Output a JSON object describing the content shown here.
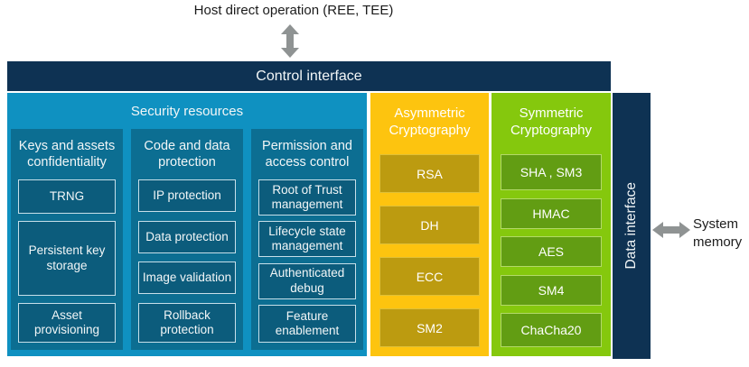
{
  "top_label": "Host direct operation (REE, TEE)",
  "control_interface": "Control interface",
  "security": {
    "title": "Security resources",
    "columns": [
      {
        "header": "Keys and assets confidentiality",
        "boxes": [
          "TRNG",
          "Persistent key storage",
          "Asset provisioning"
        ]
      },
      {
        "header": "Code and data protection",
        "boxes": [
          "IP protection",
          "Data protection",
          "Image validation",
          "Rollback protection"
        ]
      },
      {
        "header": "Permission and access control",
        "boxes": [
          "Root of Trust management",
          "Lifecycle state management",
          "Authenticated debug",
          "Feature enablement"
        ]
      }
    ]
  },
  "asymmetric": {
    "title": "Asymmetric Cryptography",
    "boxes": [
      "RSA",
      "DH",
      "ECC",
      "SM2"
    ]
  },
  "symmetric": {
    "title": "Symmetric Cryptography",
    "boxes": [
      "SHA , SM3",
      "HMAC",
      "AES",
      "SM4",
      "ChaCha20"
    ]
  },
  "data_interface": "Data interface",
  "system_memory": "System memory",
  "icons": {
    "top_arrow": "vertical-double-arrow-icon",
    "memory_arrow": "horizontal-double-arrow-icon"
  },
  "colors": {
    "navy": "#0e3253",
    "panel-blue": "#0f91c1",
    "column-teal": "#0c6e92",
    "box-teal": "#0c5c7c",
    "yellow": "#fdc40f",
    "box-gold": "#bc9b10",
    "green": "#85c80d",
    "box-green": "#629d13",
    "arrow-gray": "#8f9393",
    "text-light": "#f2f6f7",
    "text-dark": "#1b1b1b"
  }
}
